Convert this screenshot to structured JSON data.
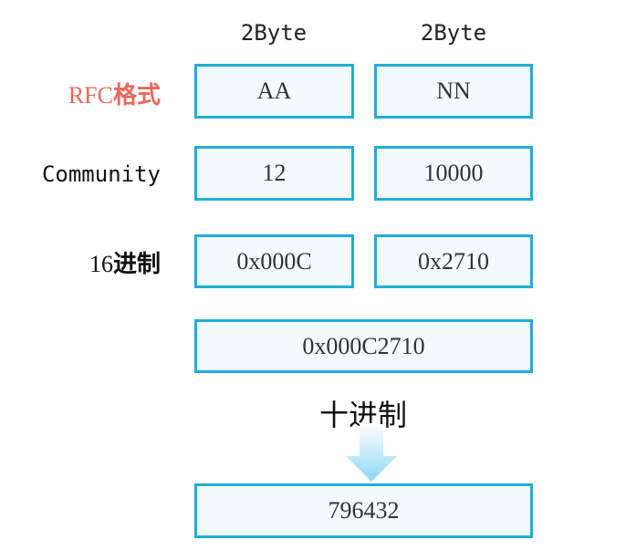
{
  "headers": [
    "2Byte",
    "2Byte"
  ],
  "rows": [
    {
      "label_latin": "RFC",
      "label_cjk": "格式",
      "values": [
        "AA",
        "NN"
      ]
    },
    {
      "label": "Community",
      "values": [
        "12",
        "10000"
      ]
    },
    {
      "label_latin": "16",
      "label_cjk": "进制",
      "values": [
        "0x000C",
        "0x2710"
      ]
    }
  ],
  "combined": "0x000C2710",
  "conversion_label": "十进制",
  "result": "796432",
  "colors": {
    "box_border": "#1eaedb",
    "box_fill": "#f3fafd",
    "rfc_label": "#e8685a",
    "arrow": "#9fdcf4"
  }
}
